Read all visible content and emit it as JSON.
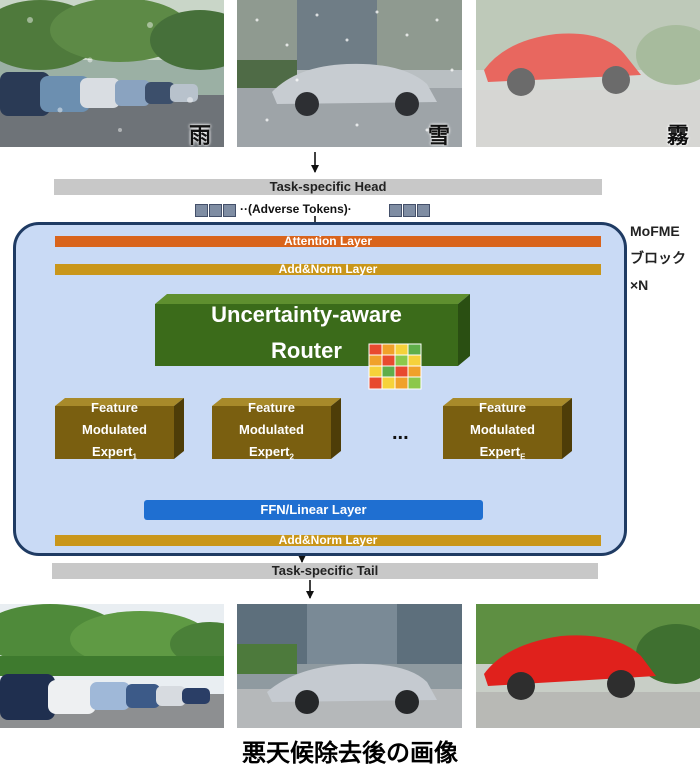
{
  "input_images": [
    {
      "label": "雨"
    },
    {
      "label": "雪"
    },
    {
      "label": "霧"
    }
  ],
  "task_head": "Task-specific Head",
  "adverse_tokens": "··(Adverse Tokens)·",
  "attention_layer": "Attention Layer",
  "add_norm_top": "Add&Norm Layer",
  "router": {
    "line1": "Uncertainty-aware",
    "line2": "Router"
  },
  "experts": [
    {
      "line1": "Feature",
      "line2": "Modulated",
      "line3": "Expert",
      "sub": "1"
    },
    {
      "line1": "Feature",
      "line2": "Modulated",
      "line3": "Expert",
      "sub": "2"
    },
    {
      "line1": "Feature",
      "line2": "Modulated",
      "line3": "Expert",
      "sub": "E"
    }
  ],
  "ellipsis": "...",
  "ffn_layer": "FFN/Linear Layer",
  "add_norm_bottom": "Add&Norm Layer",
  "task_tail": "Task-specific Tail",
  "block_label": {
    "line1": "MoFME",
    "line2": "ブロック",
    "line3": "×N"
  },
  "output_caption": "悪天候除去後の画像",
  "colors": {
    "panel": "#c9daf5",
    "panel_border": "#1f3b63",
    "attention": "#d9641c",
    "add_norm": "#c9961a",
    "ffn": "#1f6fd1",
    "router": "#3b6b1a",
    "expert": "#7a5f10",
    "head_tail": "#c8c8c8"
  }
}
